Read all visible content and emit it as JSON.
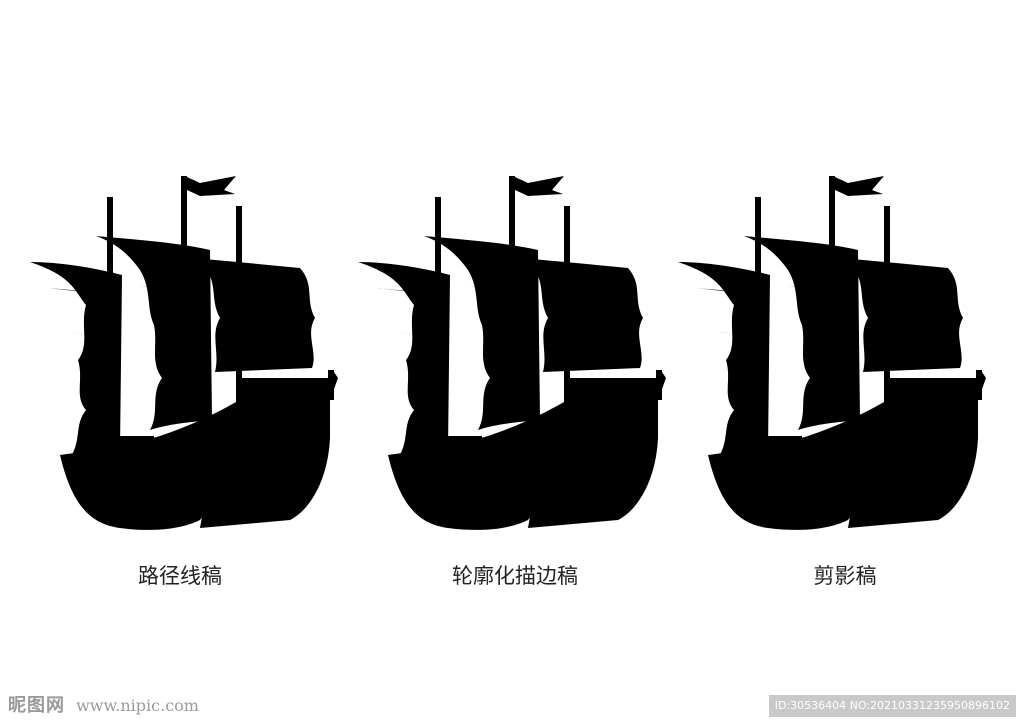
{
  "captions": {
    "path": "路径线稿",
    "outline": "轮廓化描边稿",
    "silhouette": "剪影稿"
  },
  "watermark": {
    "brand": "昵图网",
    "url": "www.nipic.com"
  },
  "image_id": "ID:30536404 NO:20210331235950896102",
  "colors": {
    "ink": "#000000",
    "paper": "#ffffff",
    "caption": "#222222",
    "watermark": "#9a9a9a",
    "id_badge_bg": "#c9c9c9"
  }
}
